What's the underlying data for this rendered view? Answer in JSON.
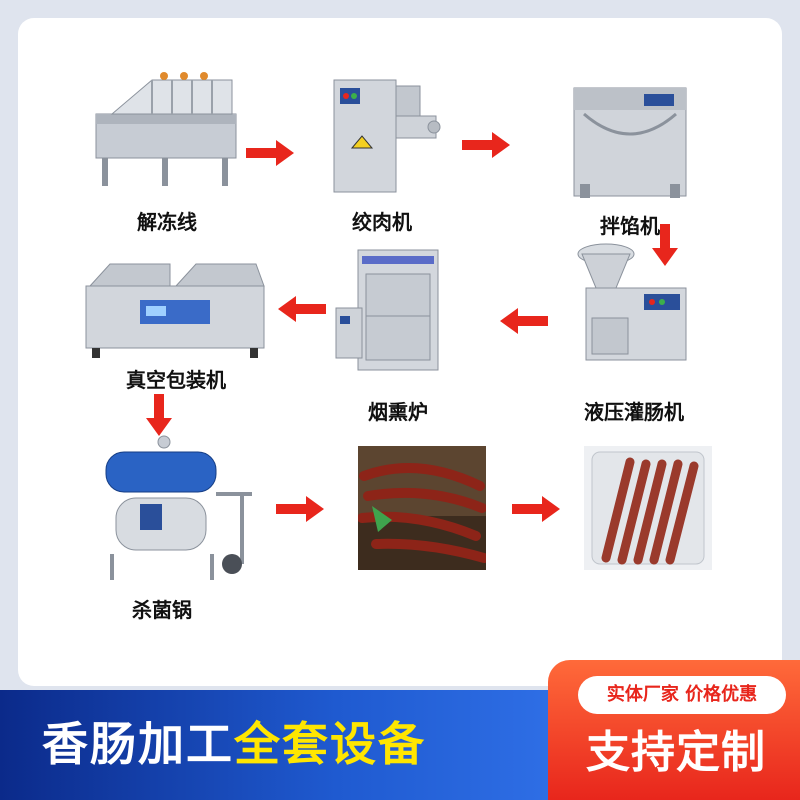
{
  "steps": [
    {
      "id": "thaw",
      "label": "解冻线"
    },
    {
      "id": "grinder",
      "label": "绞肉机"
    },
    {
      "id": "mixer",
      "label": "拌馅机"
    },
    {
      "id": "filler",
      "label": "液压灌肠机"
    },
    {
      "id": "smoker",
      "label": "烟熏炉"
    },
    {
      "id": "vacuum",
      "label": "真空包装机"
    },
    {
      "id": "sterilizer",
      "label": "杀菌锅"
    }
  ],
  "footer": {
    "title_white": "香肠加工",
    "title_yellow": "全套设备",
    "promo_pill": "实体厂家 价格优惠",
    "promo_main": "支持定制"
  },
  "colors": {
    "arrow": "#e8261c",
    "steel": "#c9ced6",
    "brand_blue": "#1f5ad0",
    "accent_yellow": "#ffe600",
    "promo_red": "#e8261c"
  }
}
